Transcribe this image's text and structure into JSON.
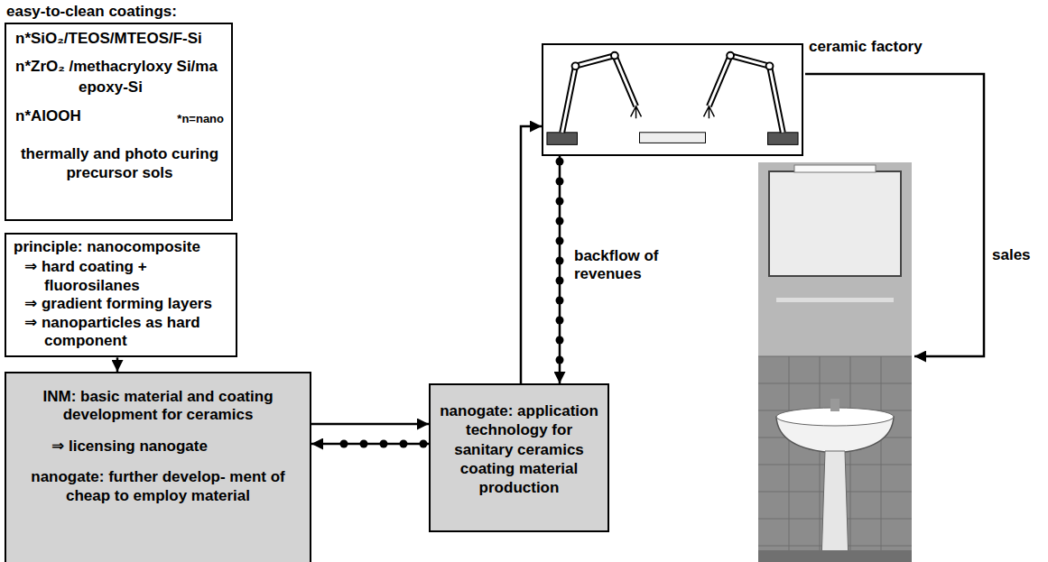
{
  "diagram": {
    "nodes": [
      {
        "text": [
          "easy-to-clean coatings:",
          "n*SiO₂/TEOS/MTEOS/F-Si",
          "n*ZrO₂ /methacryloxy Si/ma epoxy-Si",
          "n*AlOOH",
          "*n=nano",
          "thermally and photo curing precursor sols"
        ]
      },
      {
        "text": [
          "principle: nanocomposite",
          "⇒ hard coating + fluorosilanes",
          "⇒ gradient forming layers",
          "⇒ nanoparticles as hard component"
        ]
      },
      {
        "text": [
          "INM: basic material and coating development for ceramics",
          "⇒ licensing nanogate",
          "nanogate: further develop- ment of cheap to employ material"
        ]
      },
      {
        "text": [
          "nanogate: application technology for sanitary ceramics coating material production"
        ]
      },
      {
        "text": [
          "ceramic factory"
        ]
      }
    ],
    "edges": [
      {
        "from": 1,
        "to": 2,
        "arrow": "to"
      },
      {
        "from": 2,
        "to": 3,
        "arrow": "to"
      },
      {
        "from": 3,
        "to": 2,
        "arrow": "to"
      },
      {
        "from": 3,
        "to": 4,
        "arrow": "to"
      },
      {
        "from": 4,
        "to": 3,
        "arrow": "to",
        "label": "backflow of revenues"
      }
    ],
    "labels": [
      "sales"
    ]
  }
}
